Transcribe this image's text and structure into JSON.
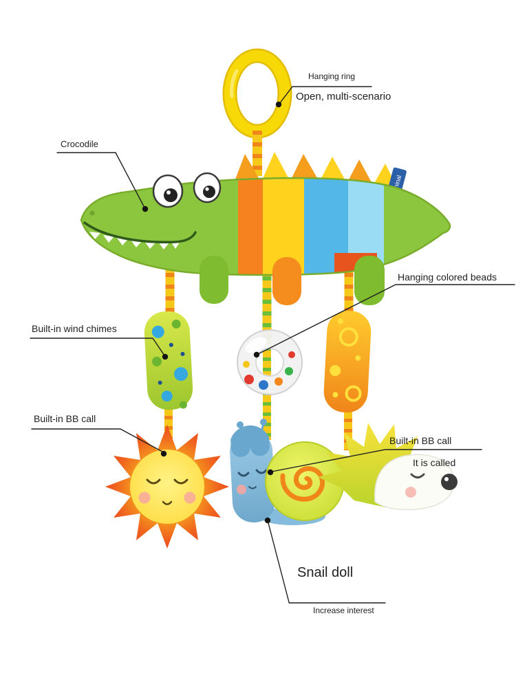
{
  "annotations": {
    "hanging_ring": {
      "label": "Hanging ring",
      "description": "Open, multi-scenario"
    },
    "crocodile": {
      "label": "Crocodile"
    },
    "colored_beads": {
      "label": "Hanging colored beads"
    },
    "wind_chimes": {
      "label": "Built-in wind chimes"
    },
    "bb_call_left": {
      "label": "Built-in BB call"
    },
    "bb_call_right": {
      "label": "Built-in BB call",
      "description": "It is called"
    },
    "snail_doll": {
      "label": "Snail doll",
      "description": "Increase interest"
    }
  },
  "toy": {
    "brand_tag": "Aininal"
  },
  "colors": {
    "background": "#ffffff",
    "callout_line": "#1f1f1f",
    "croc_green": "#8CC63F",
    "ring_yellow": "#F7D908",
    "accent_orange": "#F5821F",
    "beads_red": "#E23B2E",
    "snail_blue": "#85BCDD"
  }
}
